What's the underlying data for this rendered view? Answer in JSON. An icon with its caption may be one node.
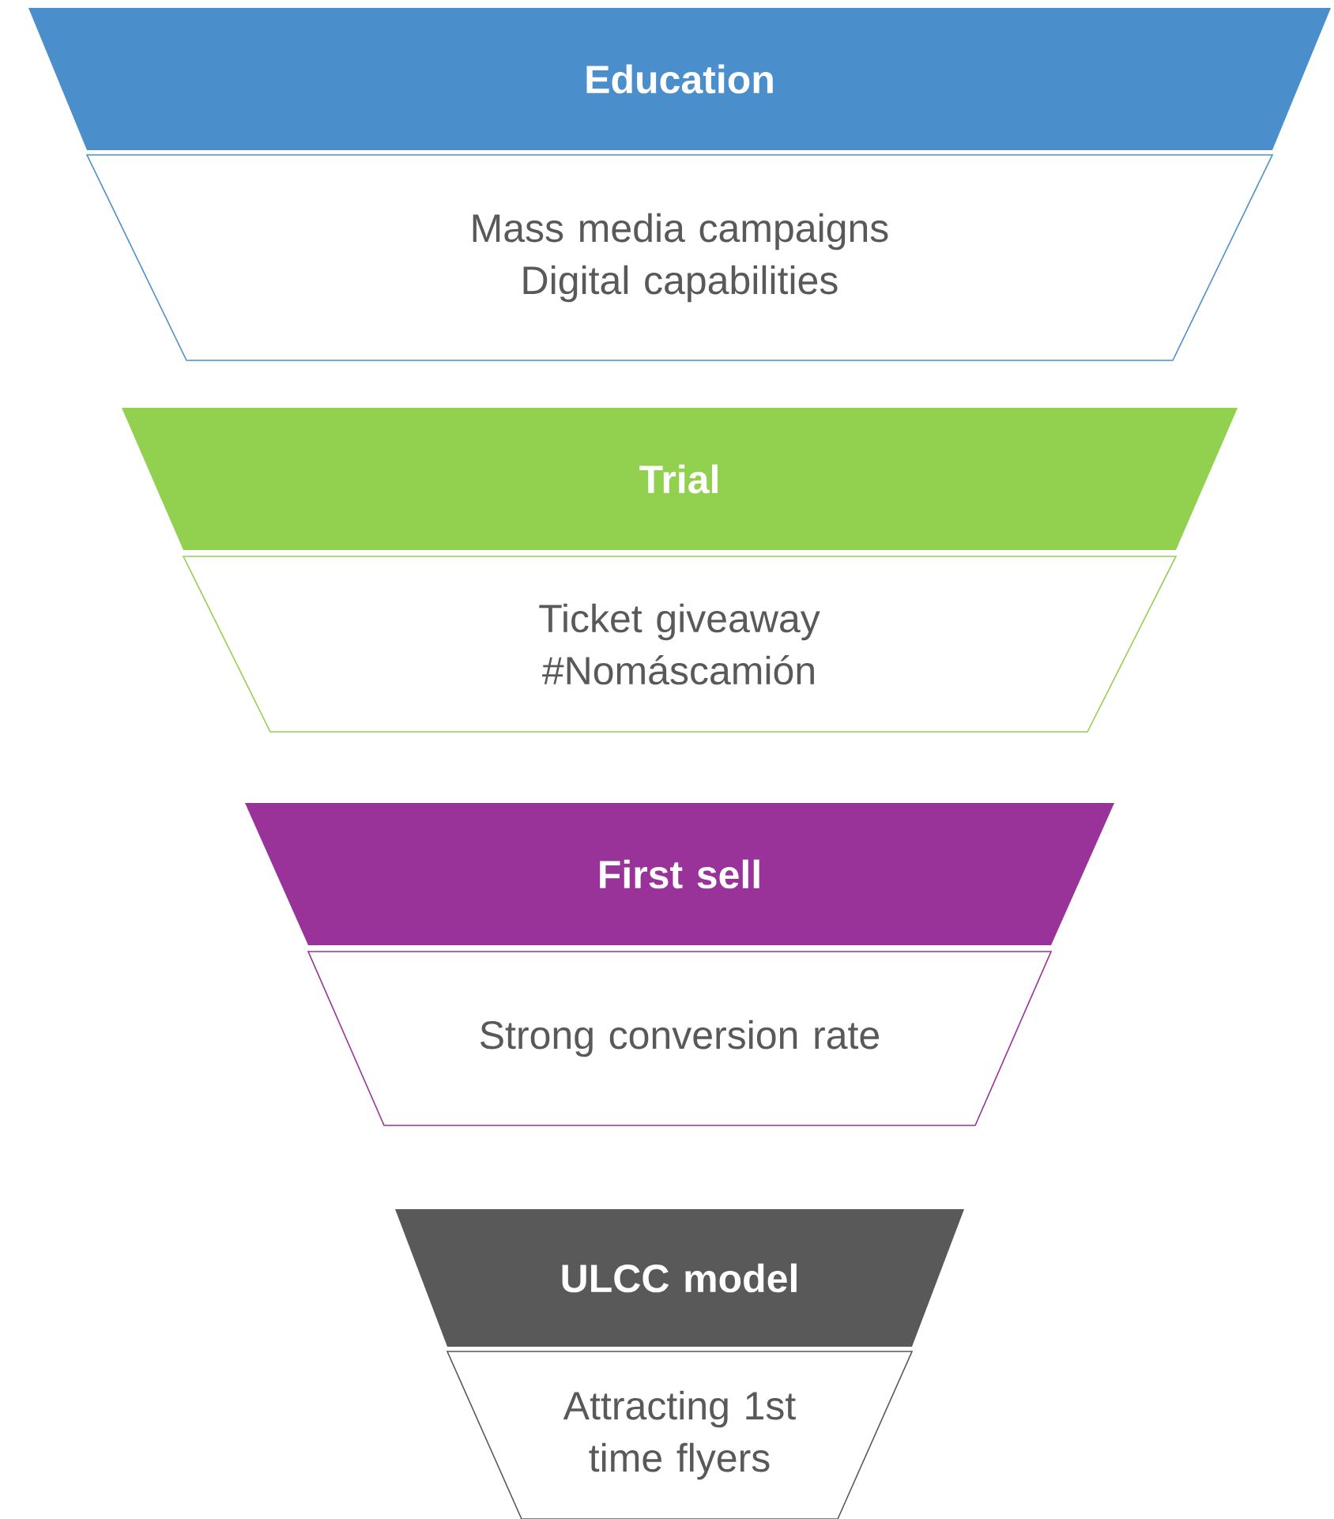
{
  "diagram": {
    "nodes": [
      {
        "text": [
          "Education"
        ]
      },
      {
        "text": [
          "Mass media campaigns",
          "Digital capabilities"
        ]
      },
      {
        "text": [
          "Trial"
        ]
      },
      {
        "text": [
          "Ticket giveaway",
          "#Nomáscamión"
        ]
      },
      {
        "text": [
          "First sell"
        ]
      },
      {
        "text": [
          "Strong conversion rate"
        ]
      },
      {
        "text": [
          "ULCC model"
        ]
      },
      {
        "text": [
          "Attracting 1st time flyers"
        ]
      }
    ]
  }
}
